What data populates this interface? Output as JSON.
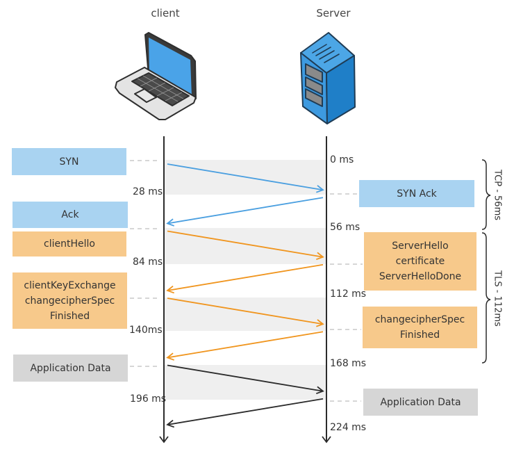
{
  "actors": {
    "client": {
      "label": "client",
      "icon": "laptop-icon"
    },
    "server": {
      "label": "Server",
      "icon": "server-icon"
    }
  },
  "colors": {
    "tcp_box": "#a9d3f1",
    "tls_box": "#f7c98b",
    "app_box": "#d6d6d6",
    "tcp_arrow": "#4a9fe0",
    "tls_arrow": "#f0951e",
    "app_arrow": "#2b2b2b",
    "band": "#efefef"
  },
  "client_messages": [
    {
      "text": "SYN",
      "phase": "tcp"
    },
    {
      "text": "Ack",
      "phase": "tcp"
    },
    {
      "text": "clientHello",
      "phase": "tls"
    },
    {
      "text": "clientKeyExchange\nchangecipherSpec\nFinished",
      "phase": "tls"
    },
    {
      "text": "Application Data",
      "phase": "app"
    }
  ],
  "server_messages": [
    {
      "text": "SYN Ack",
      "phase": "tcp"
    },
    {
      "text": "ServerHello\ncertificate\nServerHelloDone",
      "phase": "tls"
    },
    {
      "text": "changecipherSpec\nFinished",
      "phase": "tls"
    },
    {
      "text": "Application Data",
      "phase": "app"
    }
  ],
  "client_times": [
    "28 ms",
    "84 ms",
    "140ms",
    "196 ms"
  ],
  "server_times": [
    "0 ms",
    "56 ms",
    "112 ms",
    "168 ms",
    "224 ms"
  ],
  "phases": [
    {
      "label": "TCP - 56ms"
    },
    {
      "label": "TLS - 112ms"
    }
  ],
  "arrows": [
    {
      "from": "client",
      "to": "server",
      "phase": "tcp",
      "t_start_ms": 0,
      "t_end_ms": 28
    },
    {
      "from": "server",
      "to": "client",
      "phase": "tcp",
      "t_start_ms": 28,
      "t_end_ms": 56
    },
    {
      "from": "client",
      "to": "server",
      "phase": "tls",
      "t_start_ms": 56,
      "t_end_ms": 84
    },
    {
      "from": "server",
      "to": "client",
      "phase": "tls",
      "t_start_ms": 84,
      "t_end_ms": 112
    },
    {
      "from": "client",
      "to": "server",
      "phase": "tls",
      "t_start_ms": 112,
      "t_end_ms": 140
    },
    {
      "from": "server",
      "to": "client",
      "phase": "tls",
      "t_start_ms": 140,
      "t_end_ms": 168
    },
    {
      "from": "client",
      "to": "server",
      "phase": "app",
      "t_start_ms": 168,
      "t_end_ms": 196
    },
    {
      "from": "server",
      "to": "client",
      "phase": "app",
      "t_start_ms": 196,
      "t_end_ms": 224
    }
  ]
}
